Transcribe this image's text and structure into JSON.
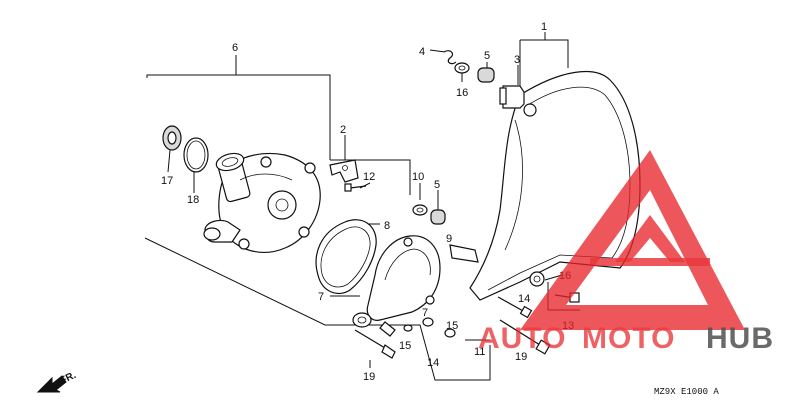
{
  "callouts": [
    {
      "id": "c1",
      "text": "1"
    },
    {
      "id": "c2",
      "text": "2"
    },
    {
      "id": "c3",
      "text": "3"
    },
    {
      "id": "c4",
      "text": "4"
    },
    {
      "id": "c5a",
      "text": "5"
    },
    {
      "id": "c5b",
      "text": "5"
    },
    {
      "id": "c6",
      "text": "6"
    },
    {
      "id": "c7a",
      "text": "7"
    },
    {
      "id": "c7b",
      "text": "7"
    },
    {
      "id": "c8",
      "text": "8"
    },
    {
      "id": "c9",
      "text": "9"
    },
    {
      "id": "c10",
      "text": "10"
    },
    {
      "id": "c11",
      "text": "11"
    },
    {
      "id": "c12",
      "text": "12"
    },
    {
      "id": "c13",
      "text": "13"
    },
    {
      "id": "c14a",
      "text": "14"
    },
    {
      "id": "c14b",
      "text": "14"
    },
    {
      "id": "c15a",
      "text": "15"
    },
    {
      "id": "c15b",
      "text": "15"
    },
    {
      "id": "c16a",
      "text": "16"
    },
    {
      "id": "c16b",
      "text": "16"
    },
    {
      "id": "c17",
      "text": "17"
    },
    {
      "id": "c18",
      "text": "18"
    },
    {
      "id": "c19a",
      "text": "19"
    },
    {
      "id": "c19b",
      "text": "19"
    }
  ],
  "direction_label": "FR.",
  "diagram_code": "MZ9X E1000 A",
  "watermark": {
    "text_auto": "AUTO",
    "text_moto": "MOTO",
    "text_hub": "HUB",
    "color_red": "#e8252a",
    "color_dark": "#3c3c3c"
  }
}
